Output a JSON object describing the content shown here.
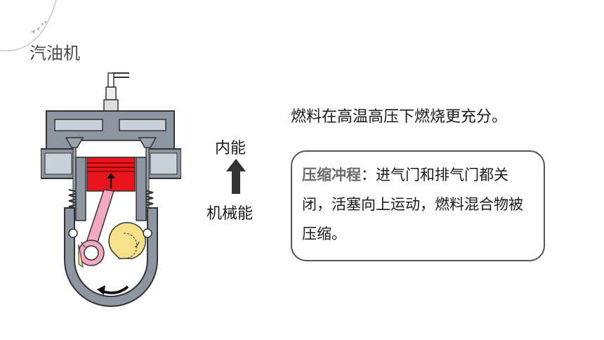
{
  "title": "汽油机",
  "energy": {
    "top_label": "内能",
    "bottom_label": "机械能"
  },
  "intro_text": "燃料在高温高压下燃烧更充分。",
  "stroke": {
    "name": "压缩冲程",
    "separator": "：",
    "description": "进气门和排气门都关闭，活塞向上运动，燃料混合物被压缩。"
  },
  "colors": {
    "cylinder": "#8c96a0",
    "piston": "#e8141e",
    "connecting_rod": "#f4a8c4",
    "crank": "#f6e08a",
    "arrow": "#333333",
    "box_border": "#555555"
  }
}
